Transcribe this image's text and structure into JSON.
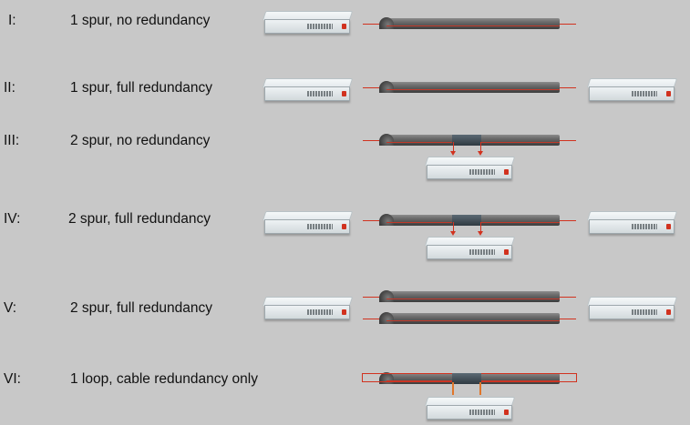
{
  "rows": [
    {
      "roman": "I:",
      "label": "1 spur, no redundancy"
    },
    {
      "roman": "II:",
      "label": "1 spur, full redundancy"
    },
    {
      "roman": "III:",
      "label": "2 spur, no redundancy"
    },
    {
      "roman": "IV:",
      "label": "2 spur, full redundancy"
    },
    {
      "roman": "V:",
      "label": "2 spur, full redundancy"
    },
    {
      "roman": "VI:",
      "label": "1 loop, cable redundancy only"
    }
  ],
  "colors": {
    "background": "#c8c8c8",
    "link": "#d1321f",
    "loop_drop": "#e0762a"
  }
}
